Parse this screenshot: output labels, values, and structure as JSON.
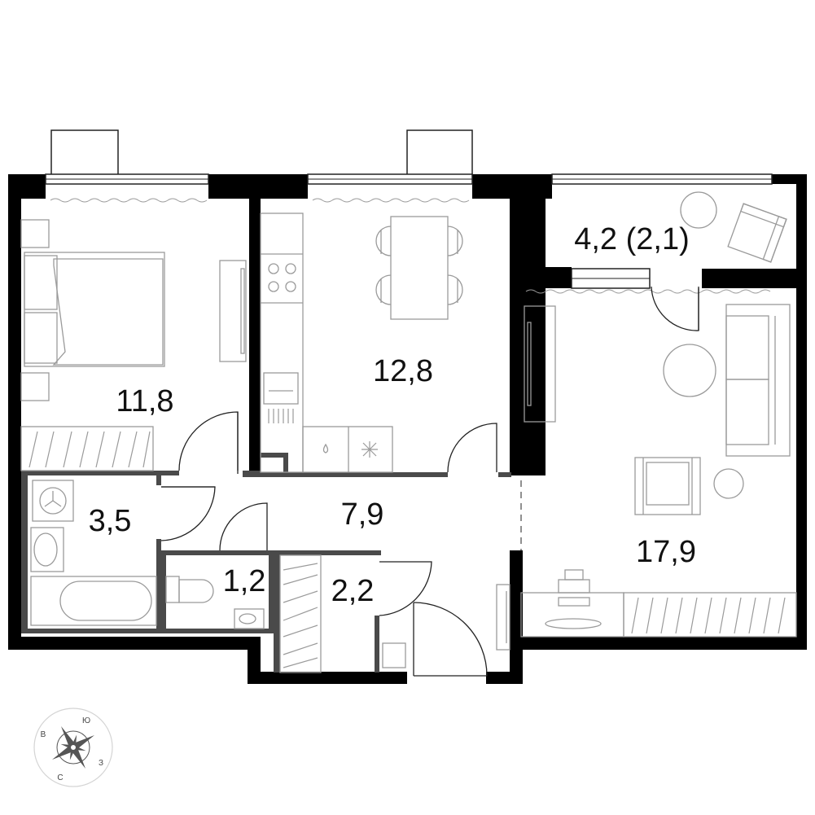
{
  "rooms": {
    "bedroom": {
      "area": "11,8"
    },
    "kitchen": {
      "area": "12,8"
    },
    "balcony": {
      "area": "4,2 (2,1)"
    },
    "living_room": {
      "area": "17,9"
    },
    "bathroom": {
      "area": "3,5"
    },
    "hallway": {
      "area": "7,9"
    },
    "toilet": {
      "area": "1,2"
    },
    "wardrobe": {
      "area": "2,2"
    }
  },
  "compass": {
    "north": "С",
    "south": "Ю",
    "east": "В",
    "west": "З"
  },
  "colors": {
    "wall": "#000000",
    "partition": "#4a4a4a",
    "furniture": "#9a9a9a"
  }
}
